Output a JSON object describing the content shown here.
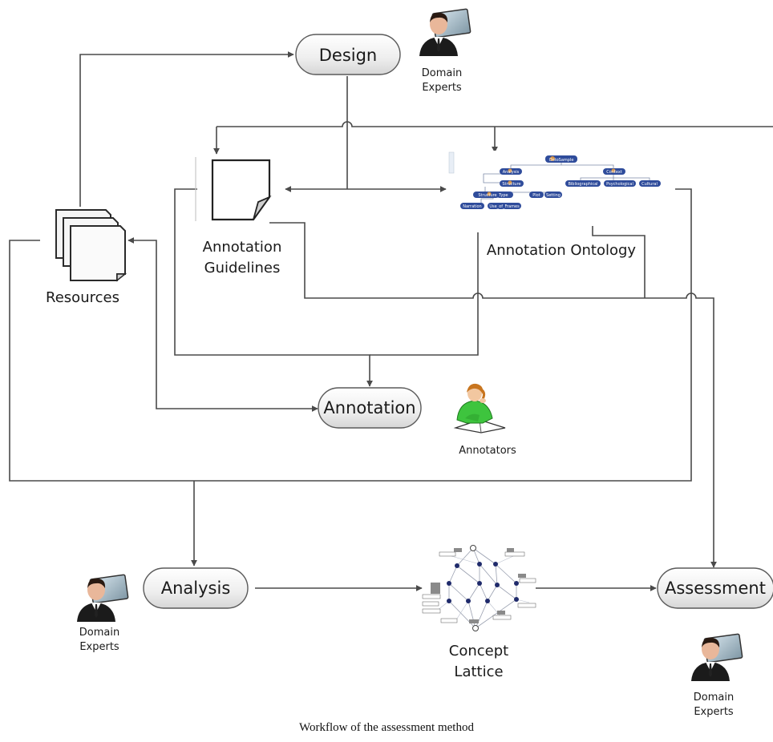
{
  "diagram": {
    "nodes": {
      "design": "Design",
      "annotation": "Annotation",
      "analysis": "Analysis",
      "assessment": "Assessment"
    },
    "artifacts": {
      "resources": "Resources",
      "guidelines_line1": "Annotation",
      "guidelines_line2": "Guidelines",
      "ontology": "Annotation Ontology",
      "lattice_line1": "Concept",
      "lattice_line2": "Lattice"
    },
    "actors": {
      "domain_experts_line1": "Domain",
      "domain_experts_line2": "Experts",
      "annotators": "Annotators"
    },
    "ontology_tree": {
      "root": "OntoSample",
      "nodes": [
        "Analysis",
        "Context",
        "Structure",
        "Bibliographical",
        "Psychological",
        "Cultural",
        "Structure_Type",
        "Plot",
        "Setting",
        "Narration",
        "Use_of_Frames"
      ]
    }
  },
  "caption": "Workflow of the assessment method"
}
